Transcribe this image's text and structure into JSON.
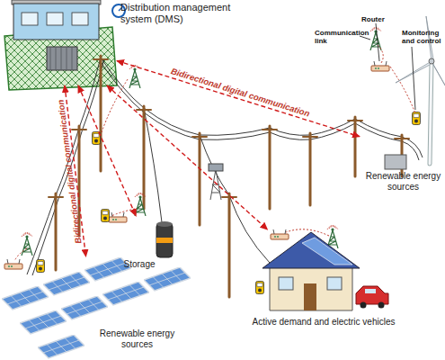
{
  "diagram": {
    "nodes": [
      {
        "text": [
          "Distribution management system (DMS)"
        ]
      },
      {
        "text": [
          "Renewable energy sources"
        ]
      },
      {
        "text": [
          "Storage"
        ]
      },
      {
        "text": [
          "Active demand and electric vehicles"
        ]
      },
      {
        "text": [
          "Renewable energy sources"
        ]
      }
    ],
    "edges": [
      {
        "from": 0,
        "to": 1,
        "arrow": "both",
        "label": "Bidirectional digital communication"
      },
      {
        "from": 0,
        "to": 2,
        "arrow": "both"
      },
      {
        "from": 0,
        "to": 3,
        "arrow": "both"
      },
      {
        "from": 0,
        "to": 4,
        "arrow": "both",
        "label": "Bidirectional digital communication"
      }
    ],
    "labels": [
      "Communication link",
      "Router",
      "Monitoring and control"
    ]
  }
}
